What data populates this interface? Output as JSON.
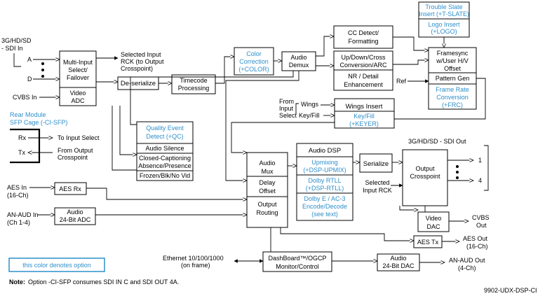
{
  "inputs": {
    "sdi_in": [
      "3G/HD/SD",
      "- SDI In"
    ],
    "a": "A",
    "d": "D",
    "cvbs_in": "CVBS In",
    "rear_module": [
      "Rear Module",
      "SFP Cage (-CI-SFP)"
    ],
    "rx": "Rx",
    "tx": "Tx",
    "to_input_select": "To Input Select",
    "from_output_crosspoint": [
      "From Output",
      "Crosspoint"
    ],
    "aes_in": [
      "AES In",
      "(16-Ch)"
    ],
    "an_aud_in": [
      "AN-AUD In",
      "(Ch 1-4)"
    ],
    "ethernet": [
      "Ethernet 10/100/1000",
      "(on frame)"
    ]
  },
  "blocks": {
    "multi_input": [
      "Multi-Input",
      "Select/",
      "Failover"
    ],
    "video_adc": [
      "Video",
      "ADC"
    ],
    "selected_input_rck": [
      "Selected Input",
      "RCK (to Output",
      "Crosspoint)"
    ],
    "deserialize": "De-serialize",
    "timecode": [
      "Timecode",
      "Processing"
    ],
    "color_correction": [
      "Color",
      "Correction",
      "(+COLOR)"
    ],
    "audio_demux": [
      "Audio",
      "Demux"
    ],
    "cc_detect": [
      "CC Detect/",
      "Formatting"
    ],
    "updown": [
      "Up/Down/Cross",
      "Conversion/ARC"
    ],
    "nr_detail": [
      "NR / Detail",
      "Enhancement"
    ],
    "ref": "Ref",
    "trouble_slate": [
      "Trouble Slate",
      "Insert (+T-SLATE)"
    ],
    "logo_insert": [
      "Logo Insert",
      "(+LOGO)"
    ],
    "framesync": [
      "Framesync",
      "w/User H/V",
      "Offset"
    ],
    "pattern_gen": "Pattern Gen",
    "frame_rate": [
      "Frame Rate",
      "Conversion",
      "(+FRC)"
    ],
    "from_input_select": [
      "From",
      "Input",
      "Select"
    ],
    "wings": "Wings",
    "key_fill_label": "Key/Fill",
    "wings_insert": "Wings Insert",
    "keyer": [
      "Key/Fill",
      "(+KEYER)"
    ],
    "qc_title": [
      "Quality Event",
      "Detect (+QC)"
    ],
    "qc_items": [
      "Audio Silence",
      "Closed-Captioning",
      "Absence/Presence",
      "Frozen/Blk/No Vid"
    ],
    "audio_mux": [
      "Audio",
      "Mux"
    ],
    "delay_offset": [
      "Delay",
      "Offset"
    ],
    "output_routing": [
      "Output",
      "Routing"
    ],
    "audio_dsp": "Audio DSP",
    "upmixing": [
      "Upmixing",
      "(+DSP-UPMIX)"
    ],
    "dolby_rtll": [
      "Dolby RTLL",
      "(+DSP-RTLL)"
    ],
    "dolby_e": [
      "Dolby E / AC-3",
      "Encode/Decode",
      "(see text)"
    ],
    "serialize": "Serialize",
    "output_crosspoint": [
      "Output",
      "Crosspoint"
    ],
    "selected_input_rck2": [
      "Selected",
      "Input RCK"
    ],
    "sdi_out": "3G/HD/SD - SDI Out",
    "out1": "1",
    "out4": "4",
    "aes_rx": "AES Rx",
    "audio_adc": [
      "Audio",
      "24-Bit ADC"
    ],
    "video_dac": [
      "Video",
      "DAC"
    ],
    "cvbs_out": [
      "CVBS",
      "Out"
    ],
    "aes_tx": "AES Tx",
    "aes_out": [
      "AES Out",
      "(16-Ch)"
    ],
    "audio_dac": [
      "Audio",
      "24-Bit DAC"
    ],
    "an_aud_out": [
      "AN-AUD Out",
      "(4-Ch)"
    ],
    "dashboard": [
      "DashBoard™/OGCP",
      "Monitor/Control"
    ]
  },
  "legend": "this color denotes option",
  "note_label": "Note:",
  "note_text": "Option -CI-SFP consumes SDI IN C and SDI OUT 4A.",
  "figure_id": "9902-UDX-DSP-CI",
  "colors": {
    "option": "#2f8fcb",
    "line": "#000000"
  }
}
